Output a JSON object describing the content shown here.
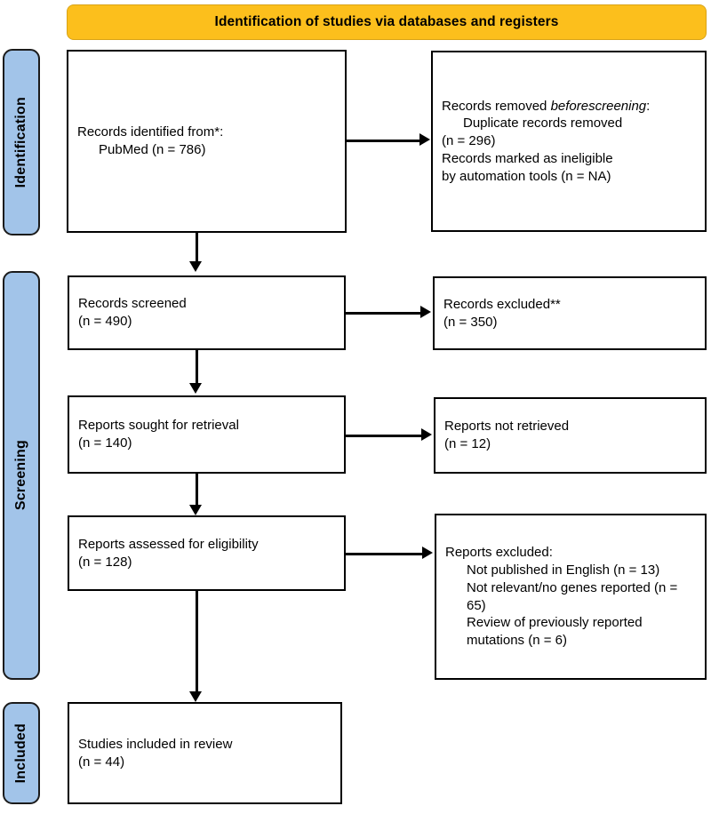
{
  "banner": {
    "title": "Identification of studies via databases and registers"
  },
  "phases": {
    "identification": "Identification",
    "screening": "Screening",
    "included": "Included"
  },
  "colors": {
    "banner_fill": "#FCBF1C",
    "banner_border": "#D8A317",
    "phase_fill": "#A2C4E9",
    "phase_border": "#1B1B1B",
    "box_border": "#000000",
    "box_fill": "#FFFFFF",
    "connector": "#000000"
  },
  "nodes": {
    "identified": {
      "line1": "Records identified from*:",
      "line2": "PubMed (n = 786)"
    },
    "removed": {
      "line1_a": "Records removed ",
      "line1_em": "before",
      "line2_em": "screening",
      "line2_b": ":",
      "line3": "Duplicate records removed",
      "line4": "(n = 296)",
      "line5": "Records marked as ineligible",
      "line6": "by automation tools (n = NA)"
    },
    "screened": {
      "line1": "Records screened",
      "line2": "(n = 490)"
    },
    "records_excluded": {
      "line1": "Records excluded**",
      "line2": "(n = 350)"
    },
    "sought": {
      "line1": "Reports sought for retrieval",
      "line2": "(n = 140)"
    },
    "not_retrieved": {
      "line1": "Reports not retrieved",
      "line2": "(n = 12)"
    },
    "assessed": {
      "line1": "Reports assessed for eligibility",
      "line2": "(n = 128)"
    },
    "reports_excluded": {
      "line1": "Reports excluded:",
      "line2": "Not published in English (n = 13)",
      "line3": "Not relevant/no genes reported (n = 65)",
      "line4": "Review of previously reported mutations (n = 6)"
    },
    "included": {
      "line1": "Studies included in review",
      "line2": "(n = 44)"
    }
  },
  "chart_data": {
    "type": "diagram",
    "title": "Identification of studies via databases and registers",
    "phases": [
      "Identification",
      "Screening",
      "Included"
    ],
    "steps": [
      {
        "phase": "Identification",
        "label": "Records identified from*: PubMed",
        "n": 786
      },
      {
        "phase": "Identification",
        "label": "Duplicate records removed",
        "n": 296
      },
      {
        "phase": "Identification",
        "label": "Records marked as ineligible by automation tools",
        "n": "NA"
      },
      {
        "phase": "Screening",
        "label": "Records screened",
        "n": 490
      },
      {
        "phase": "Screening",
        "label": "Records excluded**",
        "n": 350
      },
      {
        "phase": "Screening",
        "label": "Reports sought for retrieval",
        "n": 140
      },
      {
        "phase": "Screening",
        "label": "Reports not retrieved",
        "n": 12
      },
      {
        "phase": "Screening",
        "label": "Reports assessed for eligibility",
        "n": 128
      },
      {
        "phase": "Screening",
        "label": "Not published in English",
        "n": 13
      },
      {
        "phase": "Screening",
        "label": "Not relevant/no genes reported",
        "n": 65
      },
      {
        "phase": "Screening",
        "label": "Review of previously reported mutations",
        "n": 6
      },
      {
        "phase": "Included",
        "label": "Studies included in review",
        "n": 44
      }
    ]
  }
}
